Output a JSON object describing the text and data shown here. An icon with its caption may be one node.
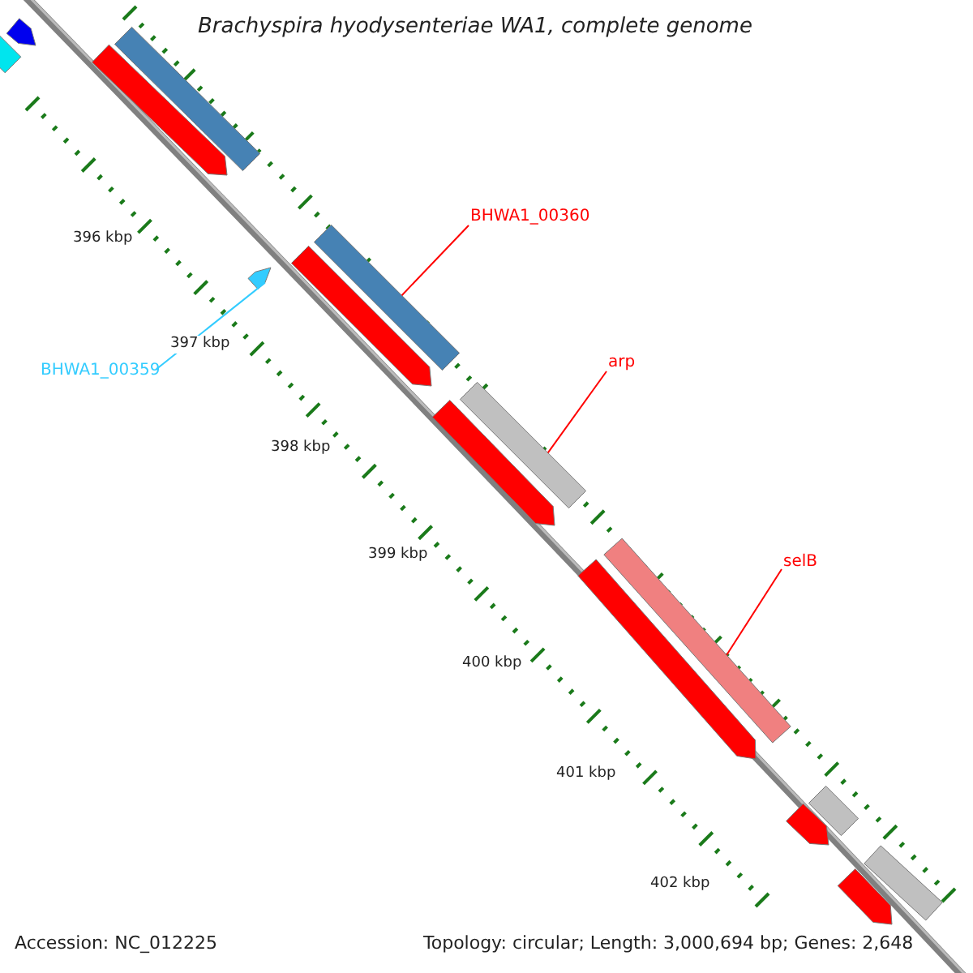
{
  "diagram": {
    "title": "Brachyspira hyodysenteriae WA1, complete genome",
    "nodes": [
      {
        "text": [
          "BHWA1_00360"
        ]
      },
      {
        "text": [],
        "shape": "bar"
      },
      {
        "text": [
          "arp"
        ]
      },
      {
        "text": [],
        "shape": "bar"
      },
      {
        "text": [
          "selB"
        ]
      },
      {
        "text": [],
        "shape": "bar"
      },
      {
        "text": [
          "BHWA1_00359"
        ]
      },
      {
        "text": [],
        "shape": "bar"
      },
      {
        "text": [],
        "shape": "bar"
      },
      {
        "text": [],
        "shape": "bar"
      },
      {
        "text": [],
        "shape": "bar"
      },
      {
        "text": [],
        "shape": "bar"
      },
      {
        "text": [],
        "shape": "bar"
      },
      {
        "text": [],
        "shape": "bar"
      },
      {
        "text": [],
        "shape": "bar"
      },
      {
        "text": [],
        "shape": "bar"
      },
      {
        "text": [],
        "shape": "bar"
      },
      {
        "text": [],
        "shape": "bar"
      },
      {
        "text": [],
        "shape": "bar"
      }
    ],
    "edges": [
      {
        "from": 0,
        "to": 1,
        "arrow": "none"
      },
      {
        "from": 2,
        "to": 3,
        "arrow": "none"
      },
      {
        "from": 4,
        "to": 5,
        "arrow": "none"
      },
      {
        "from": 6,
        "to": 7,
        "arrow": "none",
        "color": "#33ccff"
      }
    ],
    "labels": [
      "396 kbp",
      "397 kbp",
      "398 kbp",
      "399 kbp",
      "400 kbp",
      "401 kbp",
      "402 kbp",
      "Accession: NC_012225",
      "Topology: circular; Length: 3,000,694 bp; Genes: 2,648"
    ]
  }
}
